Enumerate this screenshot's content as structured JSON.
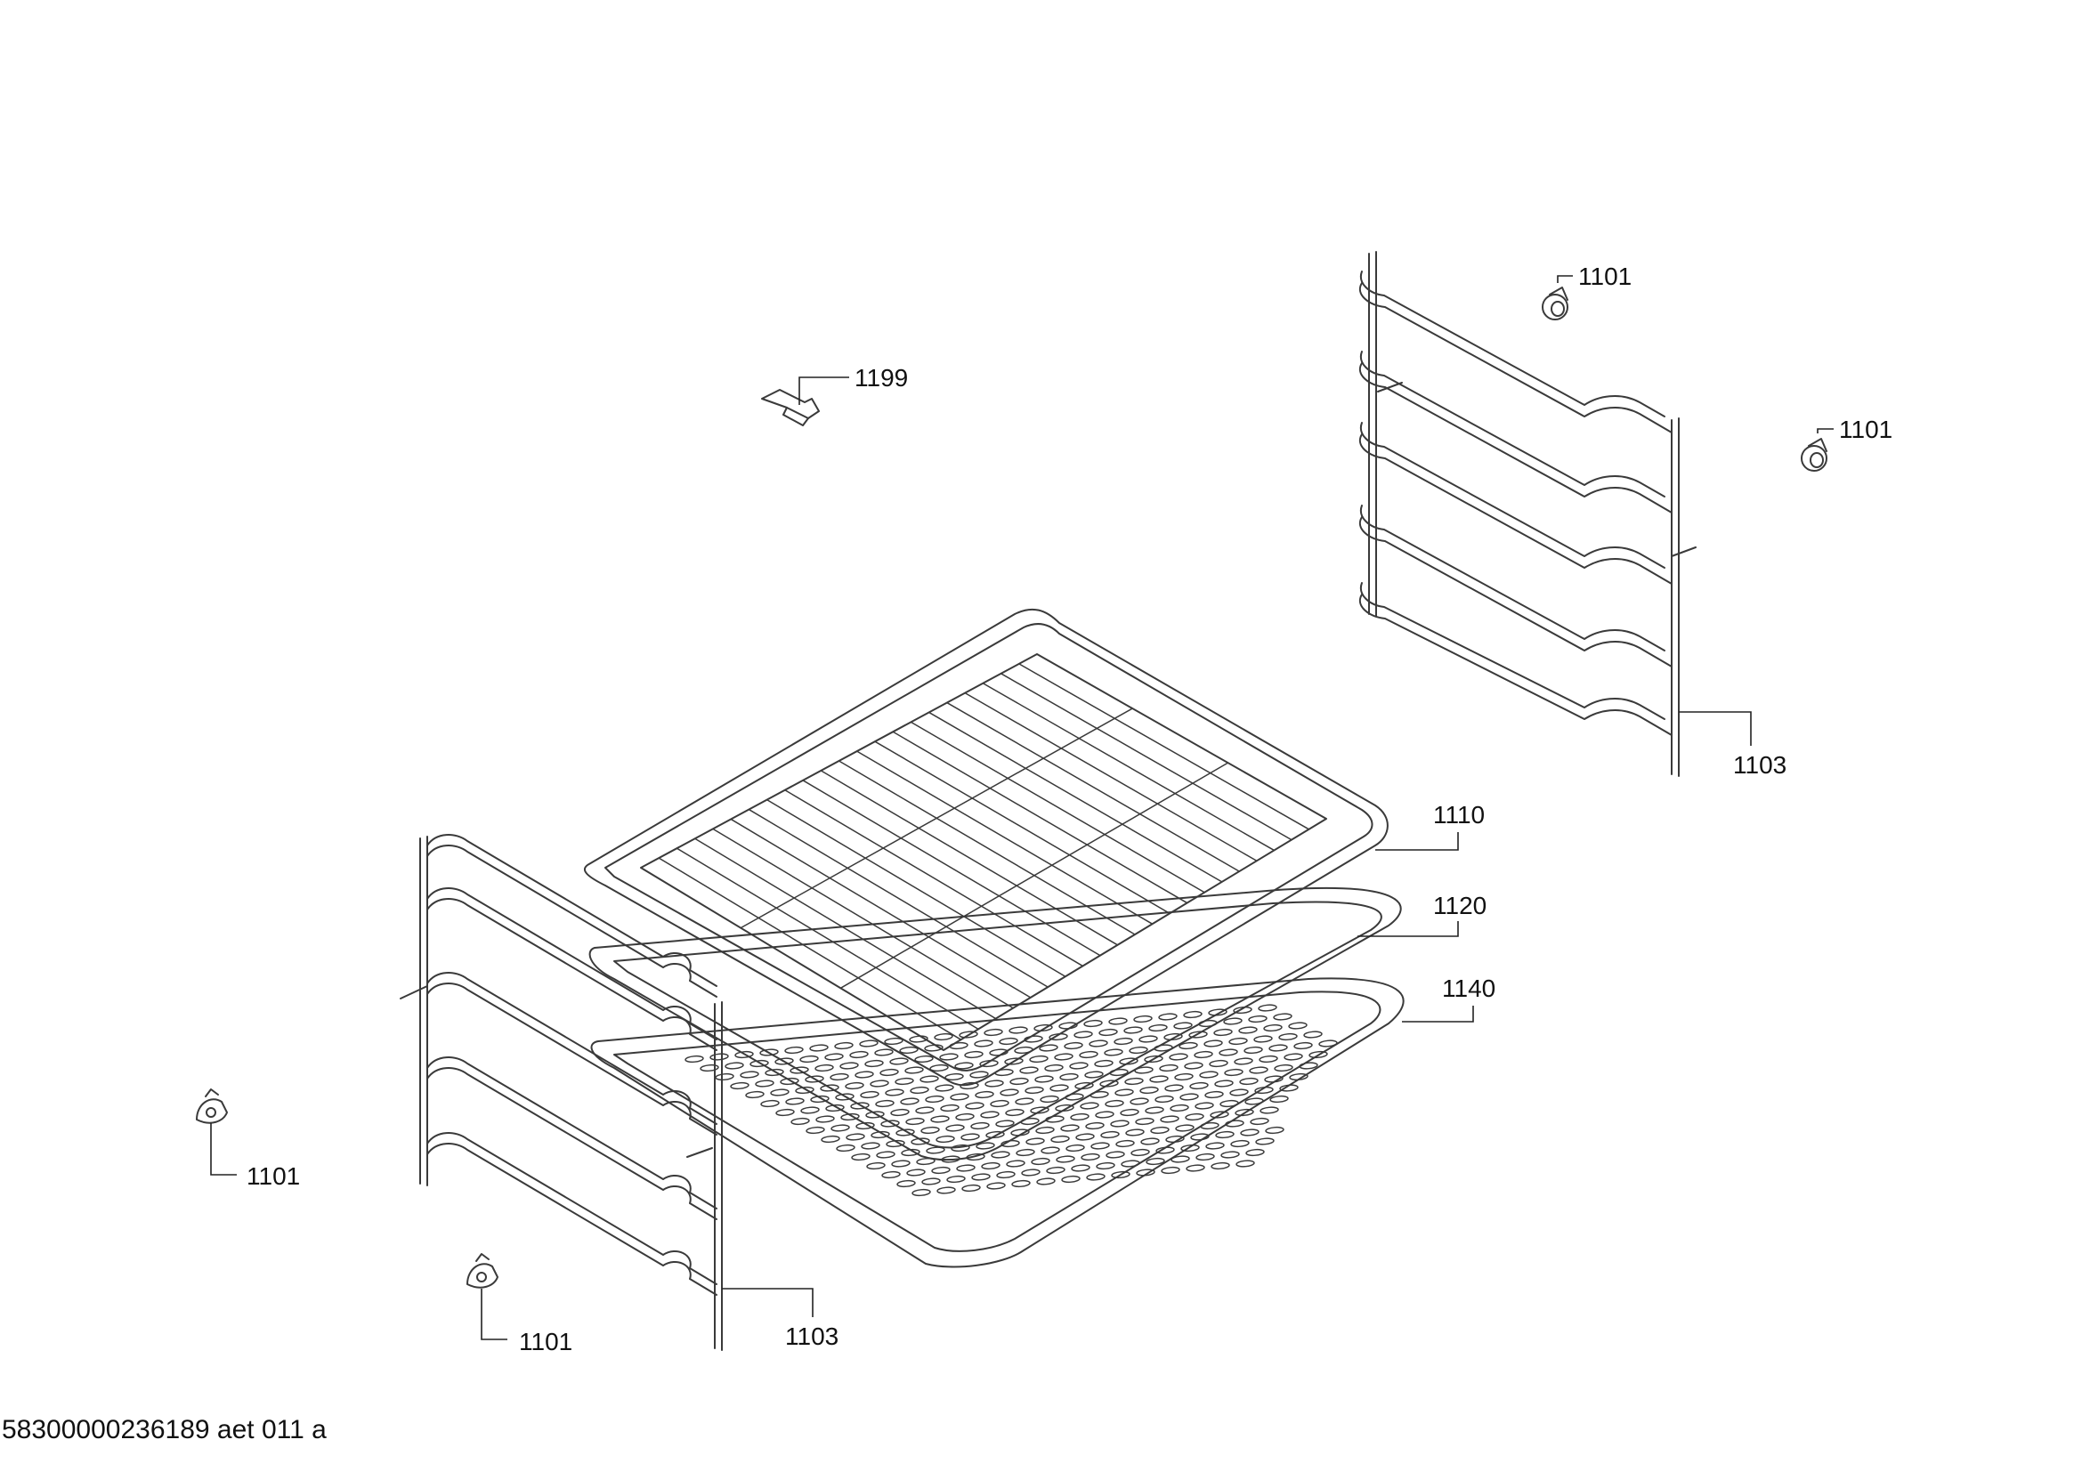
{
  "footer": {
    "drawing_id": "58300000236189 aet 011 a"
  },
  "callouts": {
    "c1101_a": "1101",
    "c1101_b": "1101",
    "c1101_c": "1101",
    "c1101_d": "1101",
    "c1199": "1199",
    "c1103_right": "1103",
    "c1103_left": "1103",
    "c1110": "1110",
    "c1120": "1120",
    "c1140": "1140"
  },
  "parts": [
    {
      "number": "1101",
      "kind": "clip-fastener",
      "count": 4
    },
    {
      "number": "1103",
      "kind": "side-shelf-rail",
      "count": 2
    },
    {
      "number": "1110",
      "kind": "wire-rack"
    },
    {
      "number": "1120",
      "kind": "baking-tray"
    },
    {
      "number": "1140",
      "kind": "perforated-tray"
    },
    {
      "number": "1199",
      "kind": "bracket"
    }
  ]
}
